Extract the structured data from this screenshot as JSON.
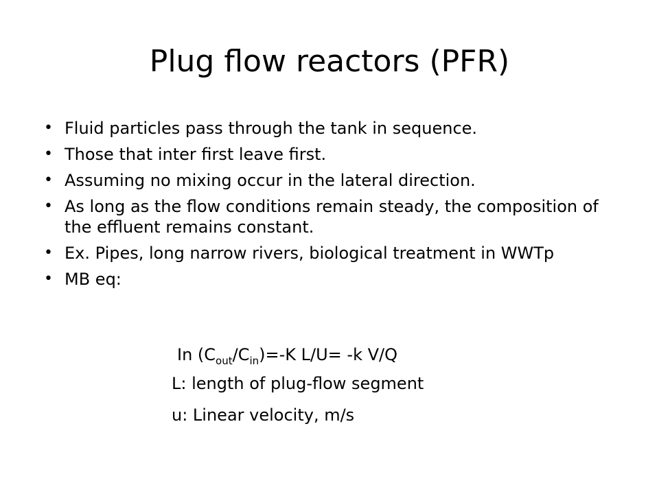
{
  "slide": {
    "title": "Plug flow reactors (PFR)",
    "bullets": [
      "Fluid particles pass through the tank in sequence.",
      "Those that inter first leave first.",
      "Assuming no mixing occur in the lateral direction.",
      "As long as the flow conditions remain steady, the composition of the effluent remains constant.",
      "Ex. Pipes, long narrow rivers, biological treatment in WWTp",
      "MB eq:"
    ],
    "bullet_glyph": "•",
    "equation": {
      "prefix": "In (C",
      "sub1": "out",
      "mid": "/C",
      "sub2": "in",
      "suffix": ")=-K L/U= -k V/Q"
    },
    "def_l": "L: length of plug-flow segment",
    "def_u": "u: Linear velocity, m/s"
  }
}
